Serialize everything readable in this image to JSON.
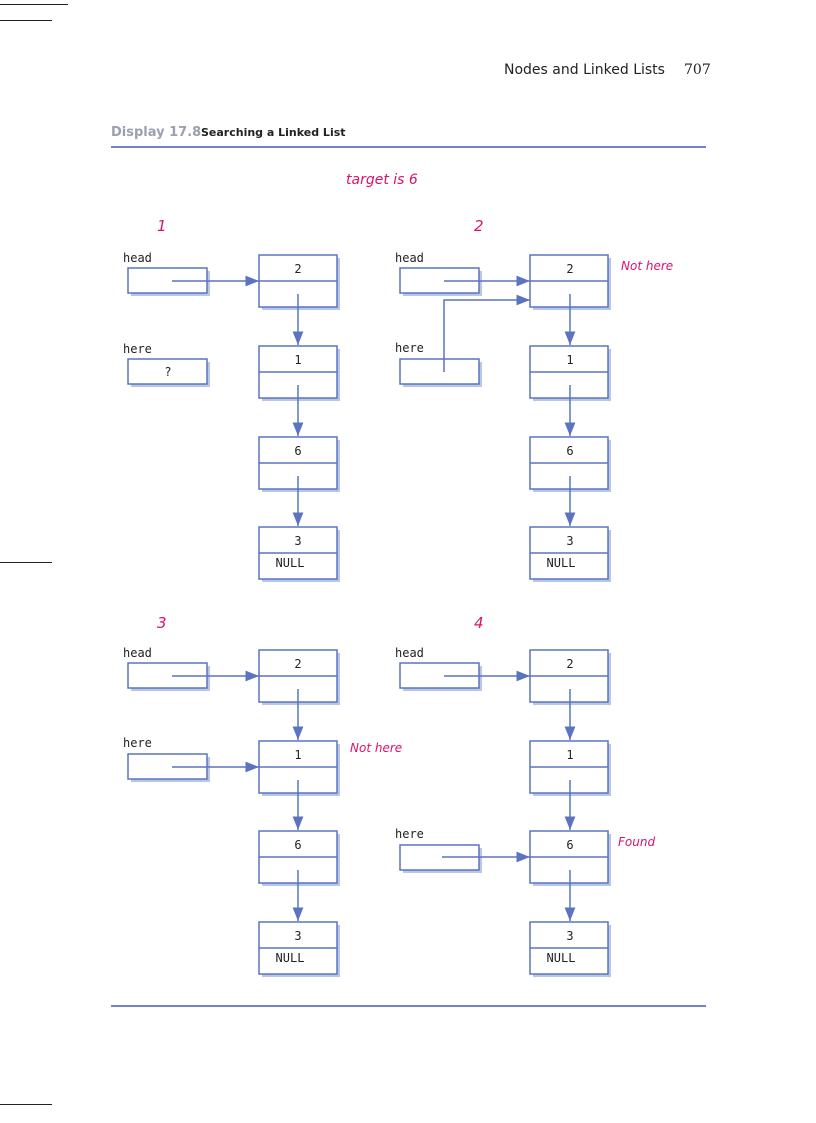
{
  "header": {
    "title": "Nodes and Linked Lists",
    "page_number": "707"
  },
  "display": {
    "label": "Display 17.8",
    "title": "Searching a Linked List"
  },
  "caption": "target is 6",
  "labels": {
    "head": "head",
    "here": "here",
    "question_mark": "?",
    "not_here": "Not here",
    "found": "Found",
    "null": "NULL"
  },
  "panels": [
    {
      "number": "1"
    },
    {
      "number": "2"
    },
    {
      "number": "3"
    },
    {
      "number": "4"
    }
  ],
  "list_values": [
    "2",
    "1",
    "6",
    "3"
  ],
  "colors": {
    "accent": "#5b74c0",
    "highlight": "#e0106a",
    "shadow": "#b8c6e8",
    "label_grey": "#9aa0b0"
  }
}
